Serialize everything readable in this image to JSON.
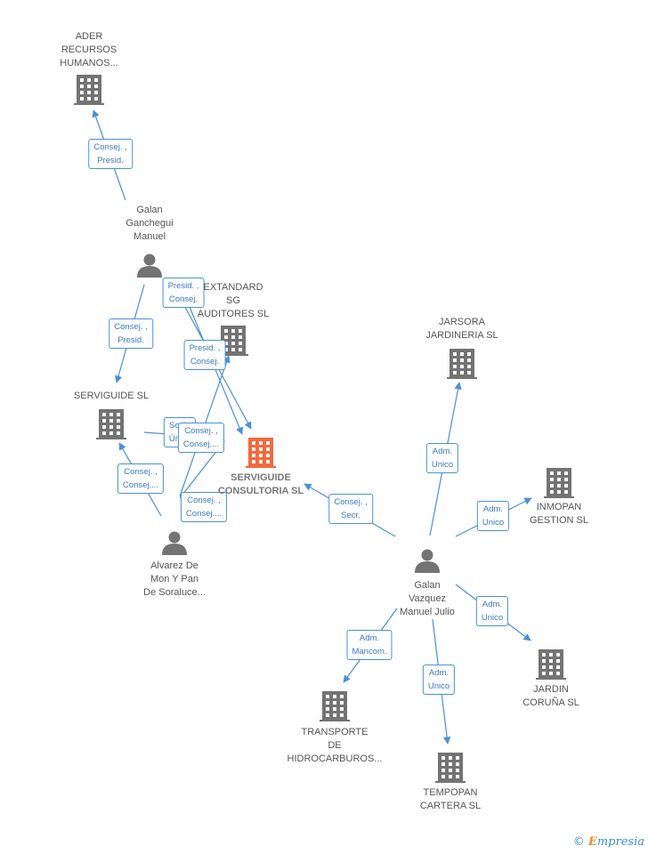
{
  "nodes": [
    {
      "id": "ader",
      "type": "company",
      "label": "ADER\nRECURSOS\nHUMANOS..."
    },
    {
      "id": "ganchegui",
      "type": "person",
      "label": "Galan\nGanchegui\nManuel"
    },
    {
      "id": "extandard",
      "type": "company",
      "label": "EXTANDARD\nSG\nAUDITORES SL"
    },
    {
      "id": "serviguide_sl",
      "type": "company",
      "label": "SERVIGUIDE SL"
    },
    {
      "id": "serviguide_consultoria",
      "type": "company-main",
      "label": "SERVIGUIDE\nCONSULTORIA SL"
    },
    {
      "id": "alvarez",
      "type": "person",
      "label": "Alvarez De\nMon Y Pan\nDe Soraluce..."
    },
    {
      "id": "jarsora",
      "type": "company",
      "label": "JARSORA\nJARDINERIA SL"
    },
    {
      "id": "inmopan",
      "type": "company",
      "label": "INMOPAN\nGESTION SL"
    },
    {
      "id": "vazquez",
      "type": "person",
      "label": "Galan\nVazquez\nManuel Julio"
    },
    {
      "id": "jardin",
      "type": "company",
      "label": "JARDIN\nCORUÑA SL"
    },
    {
      "id": "transporte",
      "type": "company",
      "label": "TRANSPORTE\nDE\nHIDROCARBUROS..."
    },
    {
      "id": "tempopan",
      "type": "company",
      "label": "TEMPOPAN\nCARTERA SL"
    }
  ],
  "edges": [
    {
      "from": "ganchegui",
      "to": "ader",
      "label": "Consej. ,\nPresid."
    },
    {
      "from": "ganchegui",
      "to": "serviguide_sl",
      "label": "Consej. ,\nPresid."
    },
    {
      "from": "ganchegui",
      "to": "serviguide_consultoria",
      "label": "Presid. ,\nConsej."
    },
    {
      "from": "ganchegui",
      "to": "serviguide_consultoria",
      "label": "Presid. ,\nConsej."
    },
    {
      "from": "serviguide_sl",
      "to": "serviguide_consultoria",
      "label": "Socio\nÚnico"
    },
    {
      "from": "alvarez",
      "to": "serviguide_consultoria",
      "label": "Consej. ,\nConsej...."
    },
    {
      "from": "alvarez",
      "to": "serviguide_sl",
      "label": "Consej. ,\nConsej...."
    },
    {
      "from": "alvarez",
      "to": "extandard",
      "label": "Consej. ,\nConsej...."
    },
    {
      "from": "vazquez",
      "to": "serviguide_consultoria",
      "label": "Consej. ,\nSecr."
    },
    {
      "from": "vazquez",
      "to": "jarsora",
      "label": "Adm.\nUnico"
    },
    {
      "from": "vazquez",
      "to": "inmopan",
      "label": "Adm.\nUnico"
    },
    {
      "from": "vazquez",
      "to": "jardin",
      "label": "Adm.\nUnico"
    },
    {
      "from": "vazquez",
      "to": "transporte",
      "label": "Adm.\nMancom."
    },
    {
      "from": "vazquez",
      "to": "tempopan",
      "label": "Adm.\nUnico"
    }
  ],
  "colors": {
    "edge": "#4a90d9",
    "company": "#737373",
    "main_company": "#f26a3d",
    "person": "#737373"
  },
  "footer": {
    "copyright": "©",
    "brand_first": "E",
    "brand_rest": "mpresia"
  }
}
